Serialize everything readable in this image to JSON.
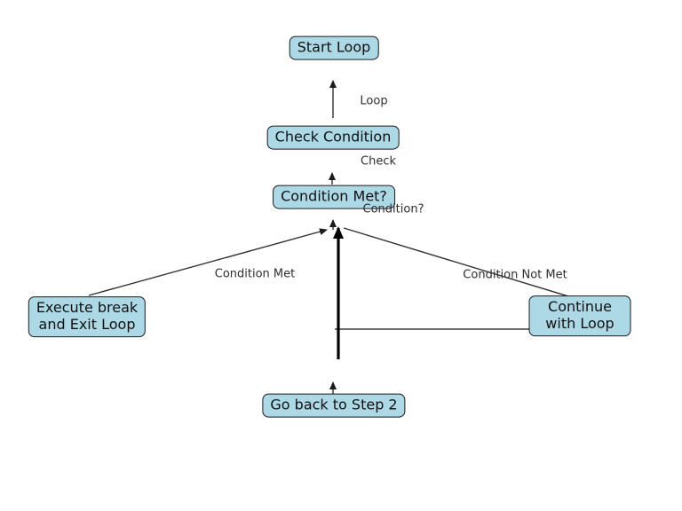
{
  "diagram": {
    "background": "#ffffff",
    "node_fill": "#ADD8E6",
    "node_border": "#1b1b1b",
    "edge_color": "#2f2f2f",
    "nodes": [
      {
        "id": "start-loop",
        "label": "Start Loop"
      },
      {
        "id": "check-condition",
        "label": "Check Condition"
      },
      {
        "id": "condition-met",
        "label": "Condition Met?"
      },
      {
        "id": "execute-break",
        "label": "Execute break\nand Exit Loop"
      },
      {
        "id": "continue-loop",
        "label": "Continue with Loop"
      },
      {
        "id": "go-back",
        "label": "Go back to Step 2"
      }
    ],
    "edge_labels": [
      {
        "id": "loop",
        "text": "Loop"
      },
      {
        "id": "check",
        "text": "Check"
      },
      {
        "id": "condition",
        "text": "Condition?"
      },
      {
        "id": "condition-met",
        "text": "Condition Met"
      },
      {
        "id": "condition-not-met",
        "text": "Condition Not Met"
      }
    ],
    "edges": [
      {
        "from": "check-condition",
        "to": "start-loop",
        "label": "Loop"
      },
      {
        "from": "condition-met",
        "to": "check-condition",
        "label": "Check"
      },
      {
        "from": "go-back",
        "to": "condition-met",
        "label": "Condition?"
      },
      {
        "from": "execute-break",
        "to": "condition-met",
        "label": "Condition Met"
      },
      {
        "from": "condition-met",
        "to": "continue-loop",
        "label": "Condition Not Met"
      },
      {
        "from": "go-back",
        "to": "continue-loop",
        "label": ""
      }
    ]
  }
}
